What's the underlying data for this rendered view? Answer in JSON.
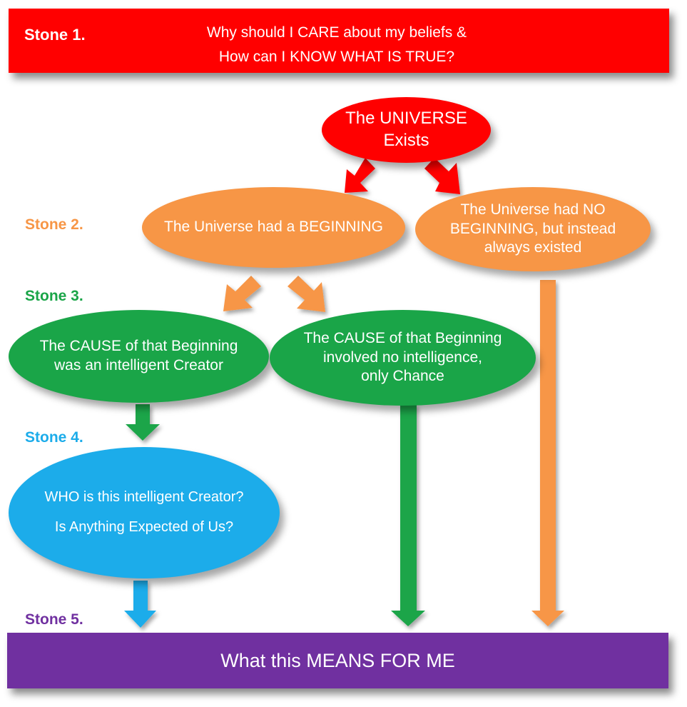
{
  "header": {
    "stone_label": "Stone 1.",
    "question_line1": "Why should I CARE about my beliefs &",
    "question_line2": "How can I KNOW WHAT IS TRUE?"
  },
  "stones": {
    "stone2": "Stone 2.",
    "stone3": "Stone 3.",
    "stone4": "Stone 4.",
    "stone5": "Stone 5."
  },
  "nodes": {
    "universe_exists": {
      "line1": "The UNIVERSE",
      "line2": "Exists"
    },
    "had_beginning": {
      "line1": "The Universe had a BEGINNING"
    },
    "no_beginning": {
      "line1": "The Universe had NO",
      "line2": "BEGINNING, but instead",
      "line3": "always existed"
    },
    "creator_cause": {
      "line1": "The CAUSE of that Beginning",
      "line2": "was an intelligent Creator"
    },
    "chance_cause": {
      "line1": "The CAUSE of that Beginning",
      "line2": "involved no intelligence,",
      "line3": "only Chance"
    },
    "who_creator": {
      "line1": "WHO is this intelligent Creator?",
      "line2": "Is Anything Expected of Us?"
    }
  },
  "footer": {
    "text": "What this MEANS FOR ME"
  },
  "colors": {
    "red": "#ff0000",
    "orange": "#f79646",
    "green": "#1aa548",
    "blue": "#1cacea",
    "purple": "#7030a0"
  }
}
